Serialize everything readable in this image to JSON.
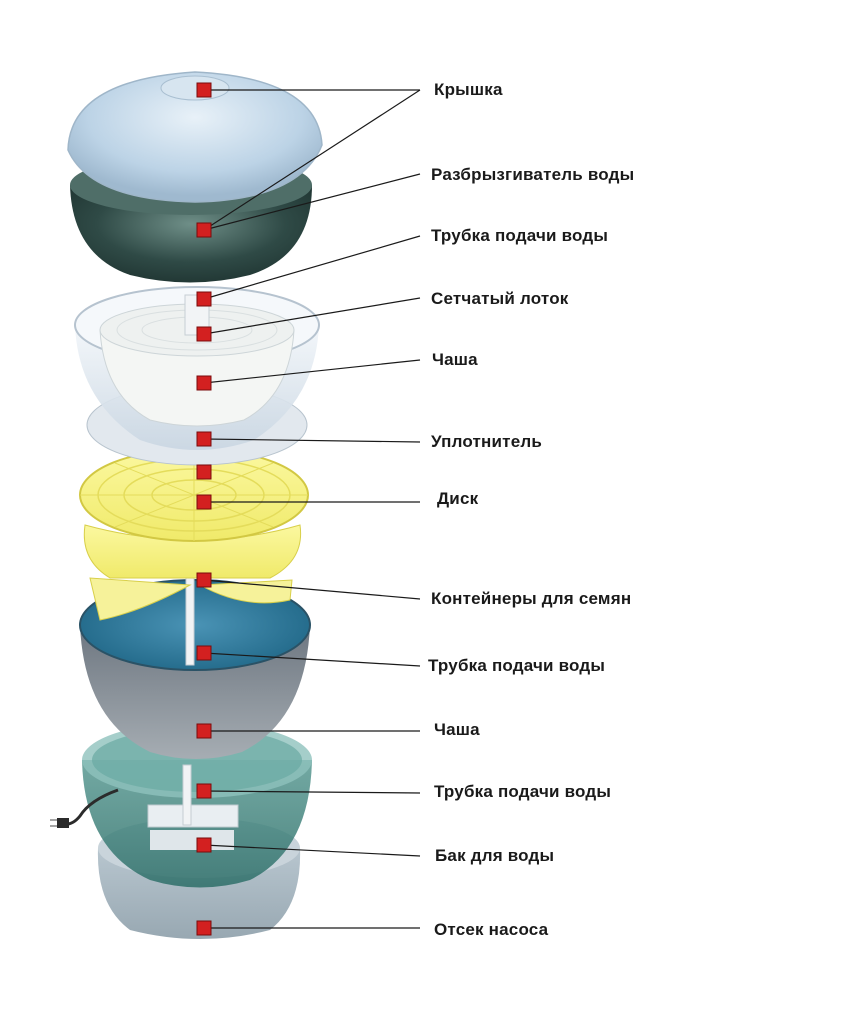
{
  "diagram": {
    "marker_color": "#d32020",
    "leader_color": "#1a1a1a",
    "parts": [
      {
        "id": "lid",
        "label": "Крышка"
      },
      {
        "id": "sprinkler",
        "label": "Разбрызгиватель воды"
      },
      {
        "id": "tube-1",
        "label": "Трубка подачи воды"
      },
      {
        "id": "mesh-tray",
        "label": "Сетчатый лоток"
      },
      {
        "id": "bowl-1",
        "label": "Чаша"
      },
      {
        "id": "seal",
        "label": "Уплотнитель"
      },
      {
        "id": "disc",
        "label": "Диск"
      },
      {
        "id": "seed-containers",
        "label": "Контейнеры для семян"
      },
      {
        "id": "tube-2",
        "label": "Трубка подачи воды"
      },
      {
        "id": "bowl-2",
        "label": "Чаша"
      },
      {
        "id": "tube-3",
        "label": "Трубка подачи воды"
      },
      {
        "id": "water-tank",
        "label": "Бак для воды"
      },
      {
        "id": "pump-compartment",
        "label": "Отсек насоса"
      }
    ]
  }
}
